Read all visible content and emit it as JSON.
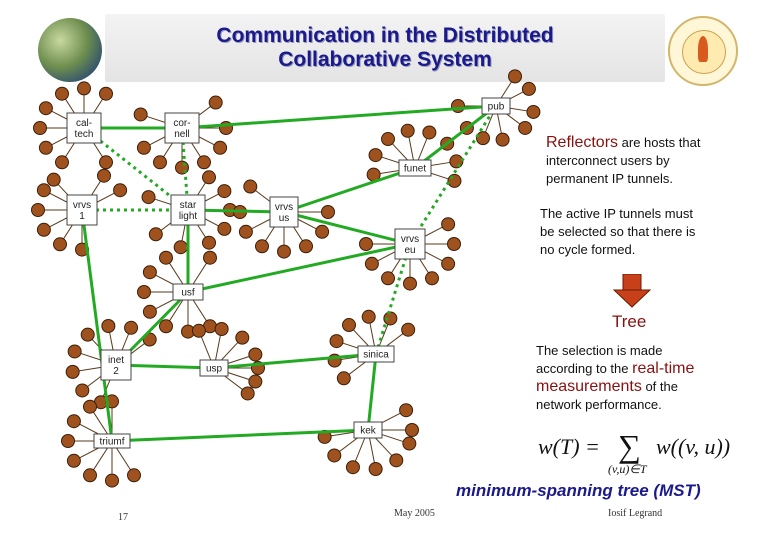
{
  "header": {
    "title_line1": "Communication in the Distributed",
    "title_line2": "Collaborative System"
  },
  "reflectors": {
    "lead": "Reflectors",
    "rest": "are hosts that",
    "line2": "interconnect users by",
    "line3": "permanent IP tunnels."
  },
  "tunnels": {
    "line1": "The active IP tunnels must",
    "line2": "be selected so that there is",
    "line3": "no cycle formed."
  },
  "tree_label": "Tree",
  "selection": {
    "line1": "The selection is made",
    "line2a": "according to the",
    "line2b": "real-time",
    "line3a": "measurements",
    "line3b": "of the",
    "line4": "network performance."
  },
  "formula": {
    "lhs": "w(T) =",
    "sum": "∑",
    "term": "w((v, u))",
    "subscript": "(v,u)∈T"
  },
  "mst_label": "minimum-spanning tree (MST)",
  "footer": {
    "page": "17",
    "date": "May 2005",
    "author": "Iosif Legrand"
  },
  "nodes": {
    "caltech": "cal-\ntech",
    "cornell": "cor-\nnell",
    "pub": "pub",
    "funet": "funet",
    "vrvs1": "vrvs\n1",
    "starlight": "star\nlight",
    "vrvsus": "vrvs\nus",
    "vrvseu": "vrvs\neu",
    "usf": "usf",
    "inet2": "inet\n2",
    "usp": "usp",
    "sinica": "sinica",
    "kek": "kek",
    "triumf": "triumf"
  },
  "colors": {
    "title": "#1a1a8c",
    "tunnel": "#22aa22",
    "tree_arrow": "#c8401a",
    "node_fill": "#a0521e",
    "cluster_edge": "#5a3a1a"
  }
}
